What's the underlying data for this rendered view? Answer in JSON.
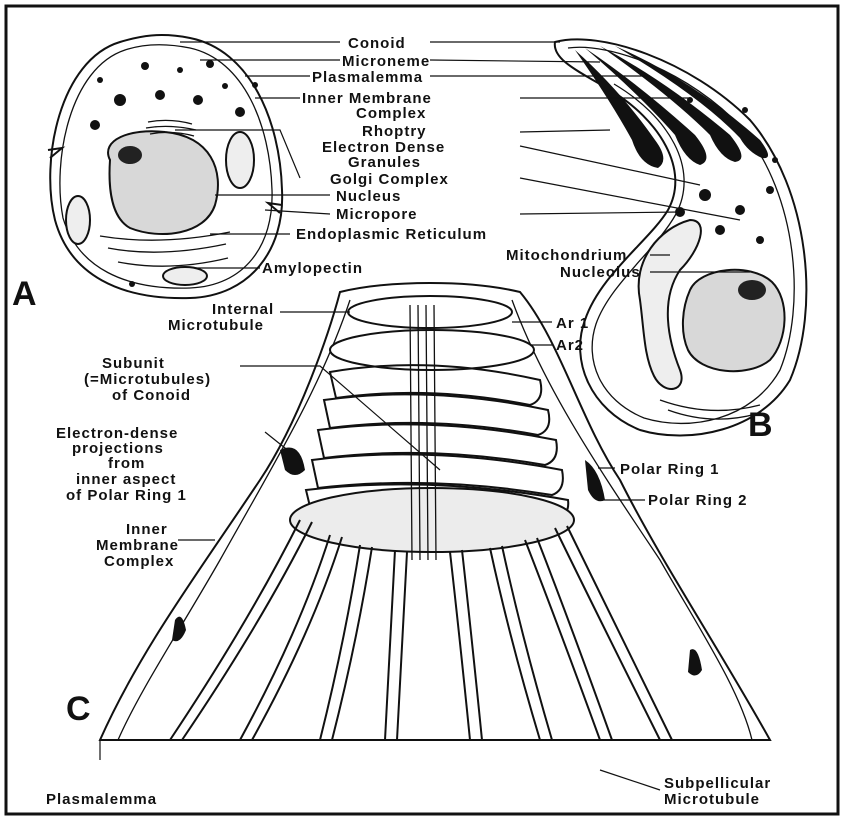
{
  "panels": {
    "a": "A",
    "b": "B",
    "c": "C"
  },
  "labels": {
    "conoid": "Conoid",
    "microneme": "Microneme",
    "plasmalemma": "Plasmalemma",
    "inner_membrane_complex_1": "Inner Membrane",
    "inner_membrane_complex_2": "Complex",
    "rhoptry": "Rhoptry",
    "electron_dense_granules_1": "Electron Dense",
    "electron_dense_granules_2": "Granules",
    "golgi_complex": "Golgi Complex",
    "nucleus": "Nucleus",
    "micropore": "Micropore",
    "endoplasmic_reticulum": "Endoplasmic Reticulum",
    "mitochondrium": "Mitochondrium",
    "nucleolus": "Nucleolus",
    "amylopectin": "Amylopectin",
    "internal_microtubule_1": "Internal",
    "internal_microtubule_2": "Microtubule",
    "ar1": "Ar 1",
    "ar2": "Ar2",
    "subunit_1": "Subunit",
    "subunit_2": "(=Microtubules)",
    "subunit_3": "of Conoid",
    "edp_1": "Electron-dense",
    "edp_2": "projections",
    "edp_3": "from",
    "edp_4": "inner aspect",
    "edp_5": "of Polar Ring 1",
    "polar_ring_1": "Polar Ring  1",
    "polar_ring_2": "Polar Ring 2",
    "inner_membrane_c_1": "Inner",
    "inner_membrane_c_2": "Membrane",
    "inner_membrane_c_3": "Complex",
    "plasmalemma_c": "Plasmalemma",
    "subpellicular_1": "Subpellicular",
    "subpellicular_2": "Microtubule"
  }
}
